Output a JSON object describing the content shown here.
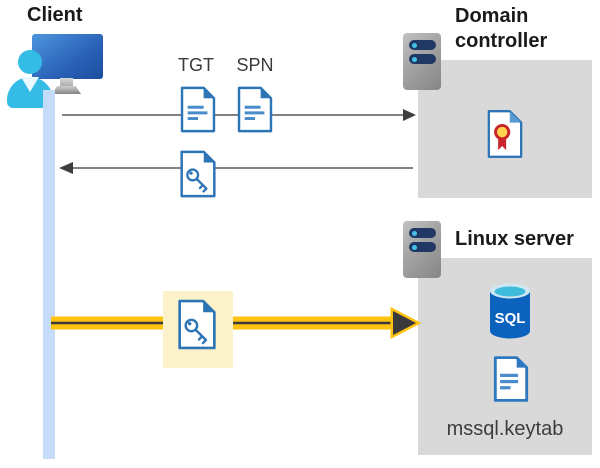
{
  "client": {
    "label": "Client"
  },
  "messages": {
    "tgt_label": "TGT",
    "spn_label": "SPN"
  },
  "domain_controller": {
    "label": "Domain controller"
  },
  "linux_server": {
    "label": "Linux server",
    "sql_badge": "SQL",
    "keytab_label": "mssql.keytab"
  },
  "icons": {
    "client": "user-workstation-icon",
    "domain_controller": "server-icon",
    "linux_server": "server-icon",
    "tgt": "document-icon",
    "spn": "document-icon",
    "service_ticket": "key-document-icon",
    "certificate": "certificate-document-icon",
    "sql": "sql-database-icon",
    "keytab_file": "document-icon"
  },
  "colors": {
    "accent_yellow": "#FFC20E",
    "highlight_bg": "#FBF2CC",
    "panel_gray": "#D9D9D9",
    "doc_blue": "#2E75B6",
    "lifeline_blue": "#C4DCF9",
    "sql_blue": "#0C63BE",
    "arrow_dark": "#3f3f41"
  }
}
